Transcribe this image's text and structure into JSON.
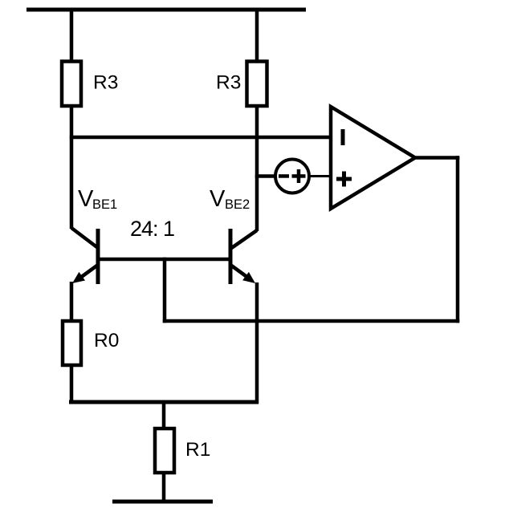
{
  "colors": {
    "ink": "#000000",
    "background": "#ffffff"
  },
  "labels": {
    "resistor_top_left": "R3",
    "resistor_top_right": "R3",
    "vbe1": {
      "base": "V",
      "subscript": "BE1"
    },
    "vbe2": {
      "base": "V",
      "subscript": "BE2"
    },
    "emitter_ratio": "24: 1",
    "resistor_emitter": "R0",
    "resistor_tail": "R1"
  },
  "opamp": {
    "inverting_input_symbol": "−",
    "noninverting_input_symbol": "+"
  },
  "offset_source": {
    "minus_terminal_symbol": "−",
    "plus_terminal_symbol": "+"
  },
  "icons": {
    "opamp_inverting_mark": "vertical-minus-bar-icon",
    "opamp_noninverting_mark": "plus-cross-icon",
    "source_minus_mark": "minus-bar-icon",
    "source_plus_mark": "plus-cross-icon",
    "emitter_arrows": "filled-arrowhead-icon"
  }
}
